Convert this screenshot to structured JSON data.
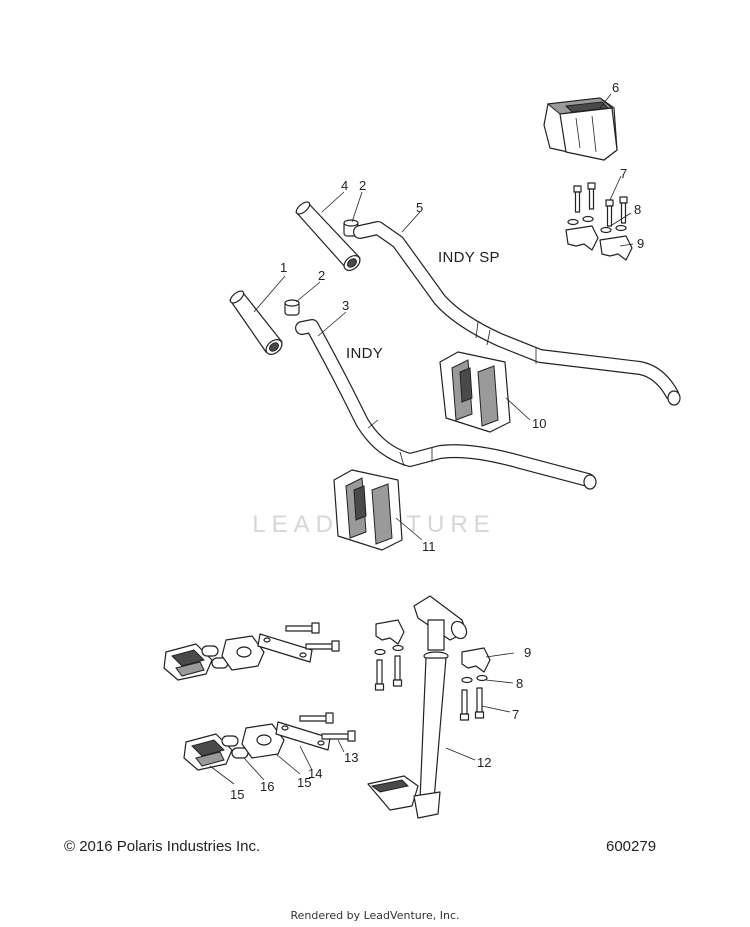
{
  "watermark": "LEADVENTURE",
  "variants": {
    "indy_sp": "INDY SP",
    "indy": "INDY"
  },
  "callouts": {
    "c1": "1",
    "c2a": "2",
    "c2b": "2",
    "c3": "3",
    "c4": "4",
    "c5": "5",
    "c6": "6",
    "c7a": "7",
    "c8a": "8",
    "c9a": "9",
    "c10": "10",
    "c11": "11",
    "c9b": "9",
    "c8b": "8",
    "c7b": "7",
    "c12": "12",
    "c13": "13",
    "c14": "14",
    "c15a": "15",
    "c16": "16",
    "c15b": "15"
  },
  "footer": {
    "copyright": "© 2016 Polaris Industries Inc.",
    "drawing_number": "600279",
    "rendered_by": "Rendered by LeadVenture, Inc."
  }
}
